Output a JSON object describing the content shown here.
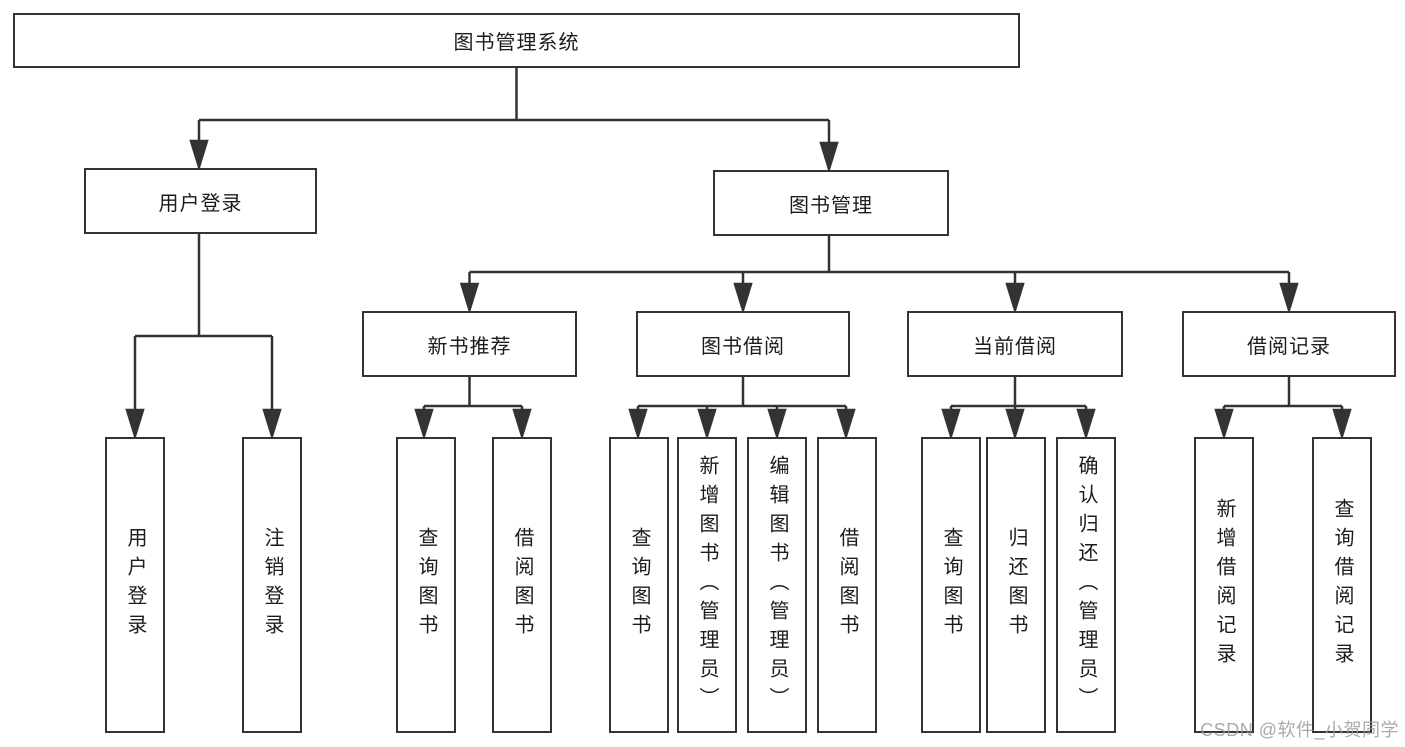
{
  "diagram": {
    "type": "tree",
    "root": {
      "label": "图书管理系统"
    },
    "level2": [
      {
        "label": "用户登录",
        "parent": "图书管理系统"
      },
      {
        "label": "图书管理",
        "parent": "图书管理系统"
      }
    ],
    "level3": [
      {
        "label": "新书推荐",
        "parent": "图书管理"
      },
      {
        "label": "图书借阅",
        "parent": "图书管理"
      },
      {
        "label": "当前借阅",
        "parent": "图书管理"
      },
      {
        "label": "借阅记录",
        "parent": "图书管理"
      }
    ],
    "leaves": [
      {
        "label": "用户登录",
        "parent": "用户登录"
      },
      {
        "label": "注销登录",
        "parent": "用户登录"
      },
      {
        "label": "查询图书",
        "parent": "新书推荐"
      },
      {
        "label": "借阅图书",
        "parent": "新书推荐"
      },
      {
        "label": "查询图书",
        "parent": "图书借阅"
      },
      {
        "label": "新增图书（管理员）",
        "parent": "图书借阅"
      },
      {
        "label": "编辑图书（管理员）",
        "parent": "图书借阅"
      },
      {
        "label": "借阅图书",
        "parent": "图书借阅"
      },
      {
        "label": "查询图书",
        "parent": "当前借阅"
      },
      {
        "label": "归还图书",
        "parent": "当前借阅"
      },
      {
        "label": "确认归还（管理员）",
        "parent": "当前借阅"
      },
      {
        "label": "新增借阅记录",
        "parent": "借阅记录"
      },
      {
        "label": "查询借阅记录",
        "parent": "借阅记录"
      }
    ]
  },
  "watermark": {
    "text": "CSDN @软件_小贺同学",
    "color": "#9b9b9b"
  },
  "colors": {
    "line": "#333333",
    "box_border": "#333333",
    "text": "#1c1c1c",
    "background": "#ffffff"
  }
}
